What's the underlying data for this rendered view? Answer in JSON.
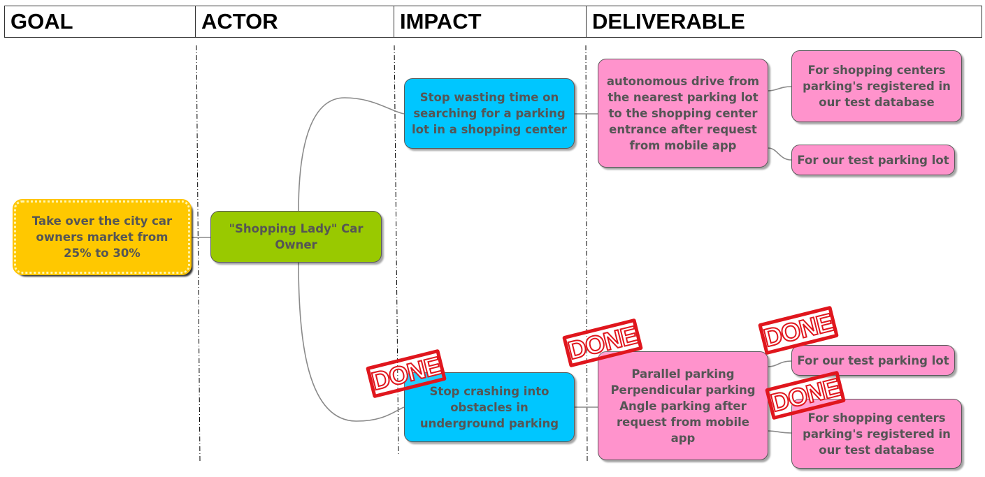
{
  "headers": {
    "goal": "GOAL",
    "actor": "ACTOR",
    "impact": "IMPACT",
    "deliverable": "DELIVERABLE"
  },
  "nodes": {
    "goal": "Take over the city car\nowners market from\n25% to 30%",
    "actor": "\"Shopping Lady\" Car\nOwner",
    "impact_search": "Stop wasting time on\nsearching for a parking\nlot in a shopping center",
    "impact_crash": "Stop crashing into\nobstacles in\nunderground parking",
    "deliverable_autonomous": "autonomous drive from\nthe nearest parking lot\nto the shopping center\nentrance after request\nfrom mobile app",
    "deliverable_parking": "Parallel parking\nPerpendicular parking\nAngle parking after\nrequest from mobile\napp",
    "sub_shopping_top": "For shopping centers\nparking's registered in\nour test database",
    "sub_test_lot_top": "For our test parking lot",
    "sub_test_lot_bottom": "For our test parking lot",
    "sub_shopping_bottom": "For shopping centers\nparking's registered in\nour test database"
  },
  "stamp_text": "DONE",
  "colors": {
    "goal": "#ffc800",
    "actor": "#99c900",
    "impact": "#00c6ff",
    "deliverable": "#ff93cc",
    "connector": "#8a8a8a",
    "stamp": "#e0161d"
  }
}
